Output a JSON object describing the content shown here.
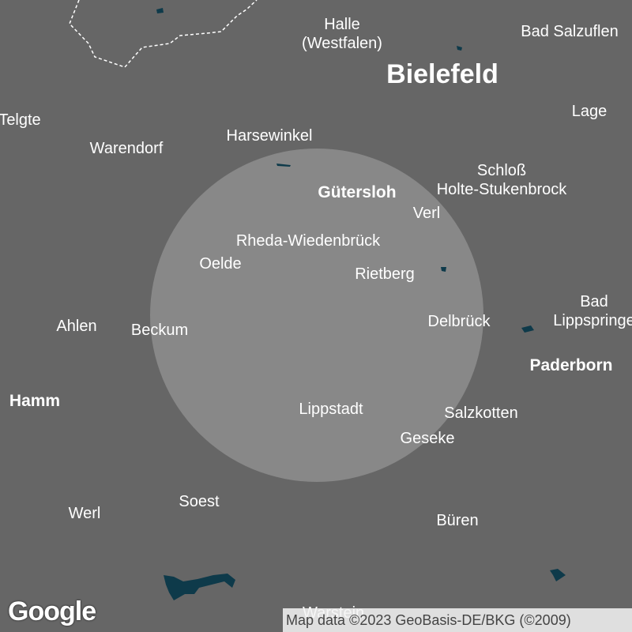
{
  "map": {
    "background": "#666666",
    "radius_fill": "#888888",
    "water_color": "#0e3a4a",
    "border_color": "#ffffff",
    "radius_circle": {
      "center_lat": 51.8,
      "center_lon": 8.3
    },
    "labels": [
      {
        "id": "halle",
        "text": "Halle\n(Westfalen)",
        "style": "normal"
      },
      {
        "id": "bad-salzuflen",
        "text": "Bad Salzuflen",
        "style": "normal"
      },
      {
        "id": "bielefeld",
        "text": "Bielefeld",
        "style": "big"
      },
      {
        "id": "telgte",
        "text": "Telgte",
        "style": "normal"
      },
      {
        "id": "lage",
        "text": "Lage",
        "style": "normal"
      },
      {
        "id": "harsewinkel",
        "text": "Harsewinkel",
        "style": "normal"
      },
      {
        "id": "warendorf",
        "text": "Warendorf",
        "style": "normal"
      },
      {
        "id": "schloss-holte",
        "text": "Schloß\nHolte-Stukenbrock",
        "style": "normal"
      },
      {
        "id": "guetersloh",
        "text": "Gütersloh",
        "style": "med"
      },
      {
        "id": "verl",
        "text": "Verl",
        "style": "normal"
      },
      {
        "id": "rheda",
        "text": "Rheda-Wiedenbrück",
        "style": "normal"
      },
      {
        "id": "oelde",
        "text": "Oelde",
        "style": "normal"
      },
      {
        "id": "rietberg",
        "text": "Rietberg",
        "style": "normal"
      },
      {
        "id": "bad-lippspringe",
        "text": "Bad\nLippspringe",
        "style": "normal"
      },
      {
        "id": "ahlen",
        "text": "Ahlen",
        "style": "normal"
      },
      {
        "id": "beckum",
        "text": "Beckum",
        "style": "normal"
      },
      {
        "id": "delbrueck",
        "text": "Delbrück",
        "style": "normal"
      },
      {
        "id": "paderborn",
        "text": "Paderborn",
        "style": "med"
      },
      {
        "id": "hamm",
        "text": "Hamm",
        "style": "med"
      },
      {
        "id": "lippstadt",
        "text": "Lippstadt",
        "style": "normal"
      },
      {
        "id": "salzkotten",
        "text": "Salzkotten",
        "style": "normal"
      },
      {
        "id": "geseke",
        "text": "Geseke",
        "style": "normal"
      },
      {
        "id": "soest",
        "text": "Soest",
        "style": "normal"
      },
      {
        "id": "werl",
        "text": "Werl",
        "style": "normal"
      },
      {
        "id": "bueren",
        "text": "Büren",
        "style": "normal"
      }
    ],
    "cut_label": "Warstein"
  },
  "google_logo": "Google",
  "attribution": "Map data ©2023 GeoBasis-DE/BKG (©2009)"
}
